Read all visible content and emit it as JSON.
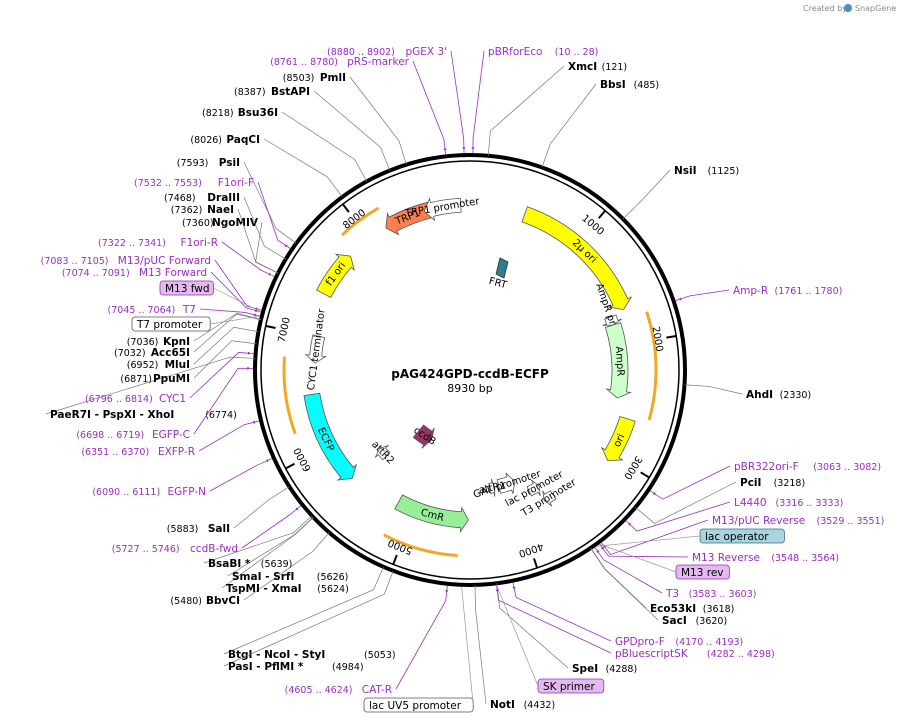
{
  "brand": {
    "created_by": "Created by",
    "app": "SnapGene"
  },
  "plasmid": {
    "name": "pAG424GPD-ccdB-ECFP",
    "size": "8930 bp",
    "length": 8930
  },
  "ticks": [
    {
      "value": 1000,
      "label": "1000"
    },
    {
      "value": 2000,
      "label": "2000"
    },
    {
      "value": 3000,
      "label": "3000"
    },
    {
      "value": 4000,
      "label": "4000"
    },
    {
      "value": 5000,
      "label": "5000"
    },
    {
      "value": 6000,
      "label": "6000"
    },
    {
      "value": 7000,
      "label": "7000"
    },
    {
      "value": 8000,
      "label": "8000"
    }
  ],
  "enzymes": [
    {
      "text": "XmcI",
      "pos": "(121)",
      "bp": 121
    },
    {
      "text": "BbsI",
      "pos": "(485)",
      "bp": 485
    },
    {
      "text": "NsiI",
      "pos": "(1125)",
      "bp": 1125
    },
    {
      "text": "AhdI",
      "pos": "(2330)",
      "bp": 2330
    },
    {
      "text": "PciI",
      "pos": "(3218)",
      "bp": 3218
    },
    {
      "text": "Eco53kI",
      "pos": "(3618)",
      "bp": 3618
    },
    {
      "text": "SacI",
      "pos": "(3620)",
      "bp": 3620
    },
    {
      "text": "SpeI",
      "pos": "(4288)",
      "bp": 4288
    },
    {
      "text": "NotI",
      "pos": "(4432)",
      "bp": 4432
    },
    {
      "text": "BtgI  - NcoI  - StyI",
      "pos": "(5053)",
      "bp": 5053
    },
    {
      "text": "PasI  - PflMI *",
      "pos": "(4984)",
      "bp": 4984
    },
    {
      "text": "BbvCI",
      "pos": "(5480)",
      "bp": 5480
    },
    {
      "text": "TspMI  - XmaI",
      "pos": "(5624)",
      "bp": 5624
    },
    {
      "text": "SmaI  - SrfI",
      "pos": "(5626)",
      "bp": 5626
    },
    {
      "text": "BsaBI *",
      "pos": "(5639)",
      "bp": 5639
    },
    {
      "text": "SalI",
      "pos": "(5883)",
      "bp": 5883
    },
    {
      "text": "PaeR7I  - PspXI  - XhoI",
      "pos": "(6774)",
      "bp": 6774
    },
    {
      "text": "PpuMI",
      "pos": "(6871)",
      "bp": 6871
    },
    {
      "text": "MluI",
      "pos": "(6952)",
      "bp": 6952
    },
    {
      "text": "Acc65I",
      "pos": "(7032)",
      "bp": 7032
    },
    {
      "text": "KpnI",
      "pos": "(7036)",
      "bp": 7036
    },
    {
      "text": "NgoMIV",
      "pos": "(7360)",
      "bp": 7360
    },
    {
      "text": "NaeI",
      "pos": "(7362)",
      "bp": 7362
    },
    {
      "text": "DraIII",
      "pos": "(7468)",
      "bp": 7468
    },
    {
      "text": "PsiI",
      "pos": "(7593)",
      "bp": 7593
    },
    {
      "text": "PaqCI",
      "pos": "(8026)",
      "bp": 8026
    },
    {
      "text": "Bsu36I",
      "pos": "(8218)",
      "bp": 8218
    },
    {
      "text": "BstAPI",
      "pos": "(8387)",
      "bp": 8387
    },
    {
      "text": "PmlI",
      "pos": "(8503)",
      "bp": 8503
    }
  ],
  "primers": [
    {
      "text": "pBRforEco",
      "pos": "(10 .. 28)",
      "bp": 19
    },
    {
      "text": "pGEX 3'",
      "pos": "(8880 .. 8902)",
      "bp": 8891
    },
    {
      "text": "pRS-marker",
      "pos": "(8761 .. 8780)",
      "bp": 8770
    },
    {
      "text": "Amp-R",
      "pos": "(1761 .. 1780)",
      "bp": 1770
    },
    {
      "text": "pBR322ori-F",
      "pos": "(3063 .. 3082)",
      "bp": 3072
    },
    {
      "text": "L4440",
      "pos": "(3316 .. 3333)",
      "bp": 3324
    },
    {
      "text": "M13/pUC Reverse",
      "pos": "(3529 .. 3551)",
      "bp": 3540
    },
    {
      "text": "M13 Reverse",
      "pos": "(3548 .. 3564)",
      "bp": 3556
    },
    {
      "text": "T3",
      "pos": "(3583 .. 3603)",
      "bp": 3593
    },
    {
      "text": "GPDpro-F",
      "pos": "(4170 .. 4193)",
      "bp": 4181
    },
    {
      "text": "pBluescriptSK",
      "pos": "(4282 .. 4298)",
      "bp": 4290
    },
    {
      "text": "CAT-R",
      "pos": "(4605 .. 4624)",
      "bp": 4614
    },
    {
      "text": "ccdB-fwd",
      "pos": "(5727 .. 5746)",
      "bp": 5736
    },
    {
      "text": "EGFP-N",
      "pos": "(6090 .. 6111)",
      "bp": 6100
    },
    {
      "text": "EXFP-R",
      "pos": "(6351 .. 6370)",
      "bp": 6360
    },
    {
      "text": "EGFP-C",
      "pos": "(6698 .. 6719)",
      "bp": 6708
    },
    {
      "text": "CYC1",
      "pos": "(6796 .. 6814)",
      "bp": 6805
    },
    {
      "text": "T7",
      "pos": "(7045 .. 7064)",
      "bp": 7054
    },
    {
      "text": "M13 Forward",
      "pos": "(7074 .. 7091)",
      "bp": 7082
    },
    {
      "text": "M13/pUC Forward",
      "pos": "(7083 .. 7105)",
      "bp": 7094
    },
    {
      "text": "F1ori-R",
      "pos": "(7322 .. 7341)",
      "bp": 7331
    },
    {
      "text": "F1ori-F",
      "pos": "(7532 .. 7553)",
      "bp": 7542
    }
  ],
  "boxed_labels": [
    {
      "text": "lac operator",
      "style": "blue",
      "bp": 3580
    },
    {
      "text": "M13 rev",
      "style": "purple",
      "bp": 3556
    },
    {
      "text": "SK primer",
      "style": "purple",
      "bp": 4290
    },
    {
      "text": "lac UV5 promoter",
      "style": "white",
      "bp": 4520
    },
    {
      "text": "T7 promoter",
      "style": "white",
      "bp": 7054
    },
    {
      "text": "M13 fwd",
      "style": "purple",
      "bp": 7082
    }
  ],
  "features": [
    {
      "text": "2μ ori",
      "color": "#ffff00"
    },
    {
      "text": "AmpR promoter",
      "color": "#ffffff"
    },
    {
      "text": "AmpR",
      "color": "#ccffcc"
    },
    {
      "text": "ori",
      "color": "#ffff00"
    },
    {
      "text": "T3 promoter",
      "color": "#ffffff"
    },
    {
      "text": "lac promoter",
      "color": "#ffffff"
    },
    {
      "text": "GAP promoter",
      "color": "#ffffff"
    },
    {
      "text": "attR1",
      "color": "#ffffff"
    },
    {
      "text": "CmR",
      "color": "#99ee99"
    },
    {
      "text": "ccdB",
      "color": "#993366"
    },
    {
      "text": "attR2",
      "color": "#ffffff"
    },
    {
      "text": "ECFP",
      "color": "#00ffff"
    },
    {
      "text": "CYC1 terminator",
      "color": "#ffffff"
    },
    {
      "text": "f1 ori",
      "color": "#ffff00"
    },
    {
      "text": "TRP1",
      "color": "#ff7f50"
    },
    {
      "text": "TRP1 promoter",
      "color": "#ffffff"
    },
    {
      "text": "FRT",
      "color": "#2e7d8c"
    }
  ],
  "colors": {
    "primer": "#9b2dc2",
    "backbone": "#000000",
    "orf_arc": "#f5a623"
  }
}
